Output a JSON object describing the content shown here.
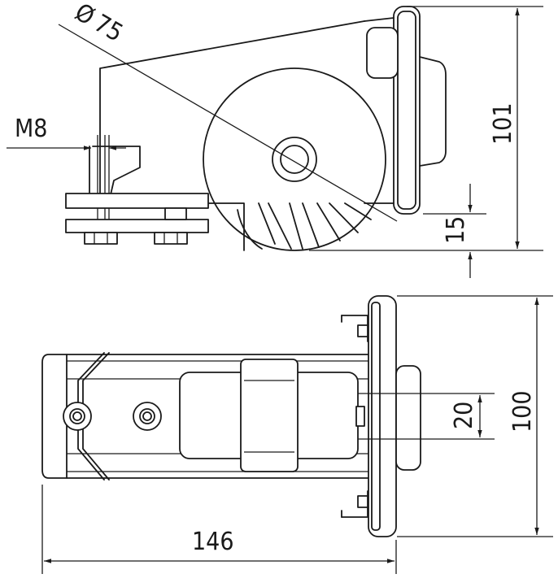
{
  "dimensions": {
    "thread": "M8",
    "diameter_symbol": "Ø",
    "diameter_value": "75",
    "height_total": "101",
    "height_offset": "15",
    "length_total": "146",
    "width_total": "100",
    "center_width": "20"
  }
}
